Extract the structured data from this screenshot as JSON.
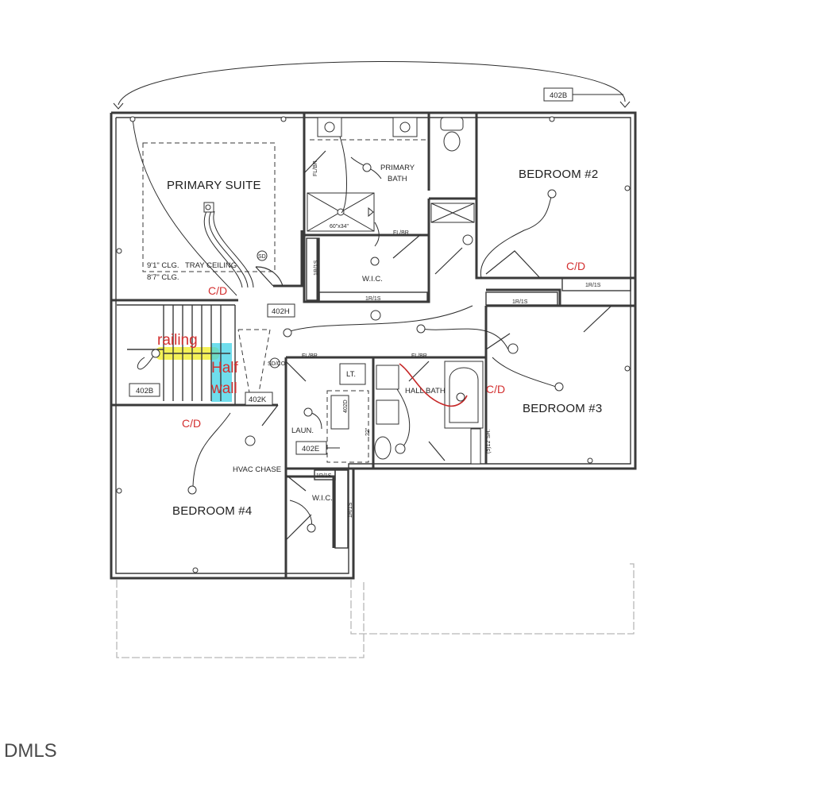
{
  "rooms": {
    "primary_suite": "PRIMARY SUITE",
    "primary_bath_1": "PRIMARY",
    "primary_bath_2": "BATH",
    "bedroom2": "BEDROOM #2",
    "bedroom3": "BEDROOM #3",
    "bedroom4": "BEDROOM #4",
    "hall_bath": "HALL BATH",
    "laundry": "LAUN.",
    "wic_top": "W.I.C.",
    "wic_bottom": "W.I.C.",
    "hvac_chase": "HVAC CHASE",
    "lt": "LT."
  },
  "notes": {
    "ceiling1": "9'1\" CLG.",
    "ceiling2": "8'7\" CLG.",
    "tray": "TRAY CEILING",
    "shower": "60\"x34\"",
    "fl_br_1": "FL/BR",
    "fl_br_2": "FL/BR",
    "fl_br_3": "FL/BR",
    "fl_br_4": "FL/BR",
    "r1s_1": "1R/1S",
    "r1s_2": "1R/1S",
    "r1s_3": "1R/1S",
    "r1s_4": "1R/1S",
    "r1s_5": "1R/1S",
    "r1s_6": "1R/1S",
    "shelves": "(5)12\"SH.",
    "dim_22": "22\"",
    "sd": "SD",
    "sdco": "SD/CO"
  },
  "tags": {
    "t402b_top": "402B",
    "t402h": "402H",
    "t402b_left": "402B",
    "t402k": "402K",
    "t402d": "402D",
    "t402e": "402E"
  },
  "annotations": {
    "cd1": "C/D",
    "cd2": "C/D",
    "cd3": "C/D",
    "cd4": "C/D",
    "railing": "railing",
    "half": "Half",
    "wall": "wall",
    "red_color": "#d32f2f",
    "yellow_highlight": "#f2ef3a",
    "cyan_highlight": "#3fd1e6"
  },
  "logo": "DMLS"
}
